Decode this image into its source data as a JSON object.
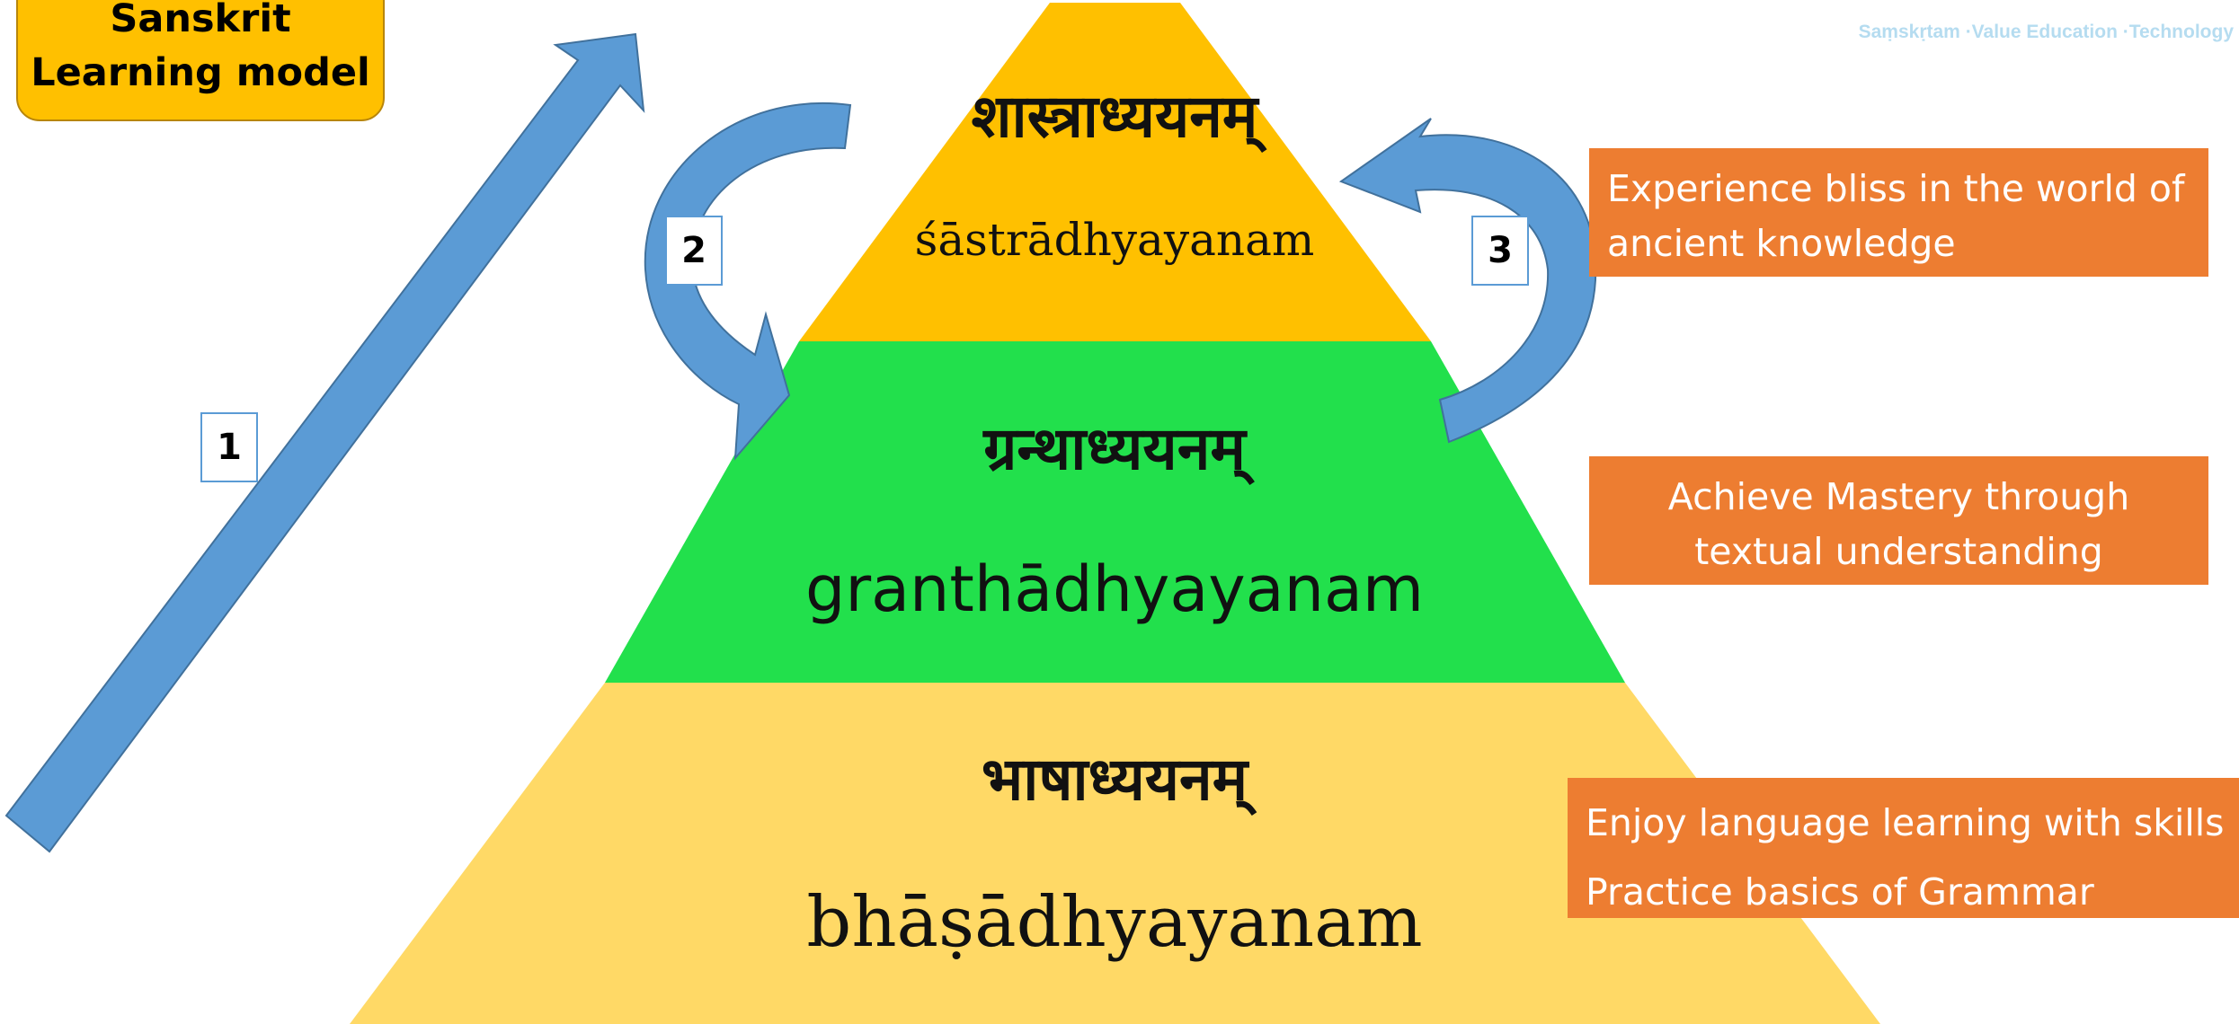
{
  "title": {
    "line1": "Sanskrit",
    "line2": "Learning model"
  },
  "logo": {
    "tagline": "Saṃskṛtam ·Value Education ·Technology"
  },
  "colors": {
    "title_fill": "#FFC000",
    "tier_top": "#FFC000",
    "tier_middle": "#22E04C",
    "tier_bottom": "#FFD966",
    "arrow": "#5B9BD5",
    "description_box": "#ED7D31"
  },
  "tiers": {
    "top": {
      "sanskrit": "शास्त्राध्ययनम्",
      "transliteration": "śāstrādhyayanam"
    },
    "middle": {
      "sanskrit": "ग्रन्थाध्ययनम्",
      "transliteration": "granthādhyayanam"
    },
    "bottom": {
      "sanskrit": "भाषाध्ययनम्",
      "transliteration": "bhāṣādhyayanam"
    }
  },
  "markers": {
    "one": "1",
    "two": "2",
    "three": "3"
  },
  "descriptions": {
    "top": {
      "line1": "Experience bliss in the world of",
      "line2": "ancient knowledge"
    },
    "middle": {
      "line1": "Achieve Mastery  through",
      "line2": "textual understanding"
    },
    "bottom": {
      "line1": "Enjoy language learning with skills",
      "line2": "Practice basics of Grammar"
    }
  },
  "icons": [
    "long-up-arrow-icon",
    "curved-arrow-left-icon",
    "curved-arrow-right-icon"
  ]
}
